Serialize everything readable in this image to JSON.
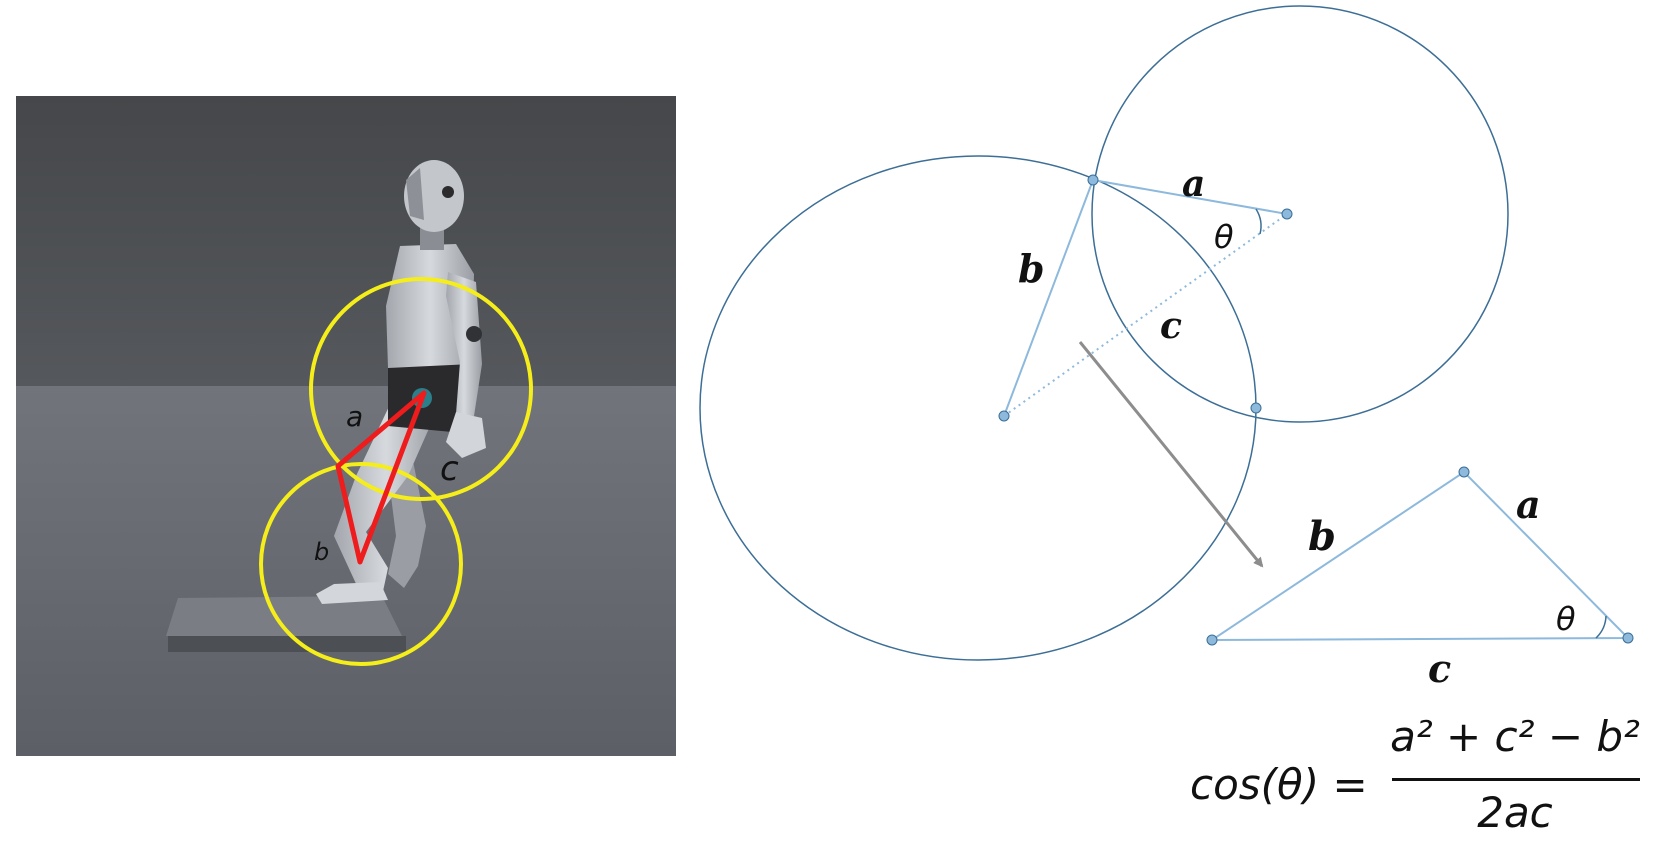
{
  "viewport": {
    "labels": {
      "a": "a",
      "b": "b",
      "c": "c"
    },
    "colors": {
      "wall": "#4b4d51",
      "floor": "#6d7177",
      "circle": "#f5ee1a",
      "triangle": "#ee1c1c",
      "robot": "#c9ccd1"
    }
  },
  "top_diagram": {
    "labels": {
      "a": "a",
      "b": "b",
      "c": "c",
      "theta": "θ"
    },
    "colors": {
      "circle": "#3c6e96",
      "segment": "#8db9dd",
      "point": "#8db9dd"
    }
  },
  "bottom_triangle": {
    "labels": {
      "a": "a",
      "b": "b",
      "c": "c",
      "theta": "θ"
    }
  },
  "formula": {
    "lhs": "cos(θ) =",
    "numerator": "a² + c² − b²",
    "denominator": "2ac"
  },
  "arrow": {
    "color": "#8d8d8d"
  }
}
